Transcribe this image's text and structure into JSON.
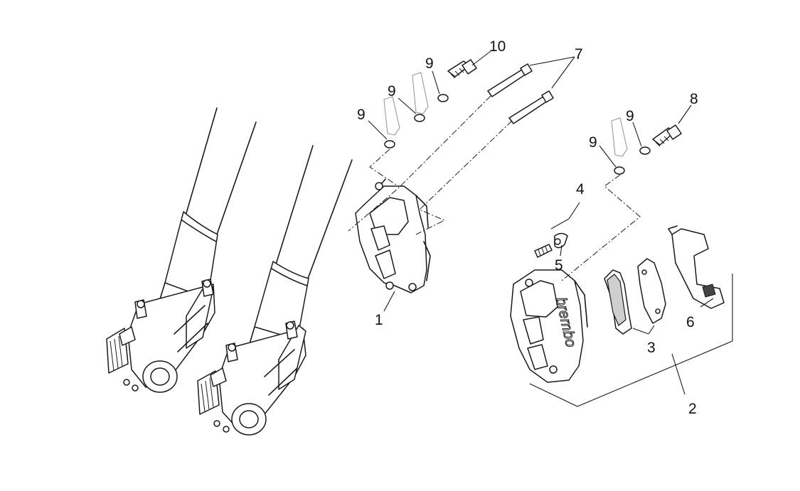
{
  "diagram": {
    "callouts": [
      {
        "id": "c1",
        "label": "1"
      },
      {
        "id": "c2",
        "label": "2"
      },
      {
        "id": "c3",
        "label": "3"
      },
      {
        "id": "c4",
        "label": "4"
      },
      {
        "id": "c5",
        "label": "5"
      },
      {
        "id": "c6",
        "label": "6"
      },
      {
        "id": "c7",
        "label": "7"
      },
      {
        "id": "c8",
        "label": "8"
      },
      {
        "id": "c9a",
        "label": "9"
      },
      {
        "id": "c9b",
        "label": "9"
      },
      {
        "id": "c9c",
        "label": "9"
      },
      {
        "id": "c9d",
        "label": "9"
      },
      {
        "id": "c9e",
        "label": "9"
      },
      {
        "id": "c10",
        "label": "10"
      }
    ],
    "brand_text": "brembo"
  }
}
